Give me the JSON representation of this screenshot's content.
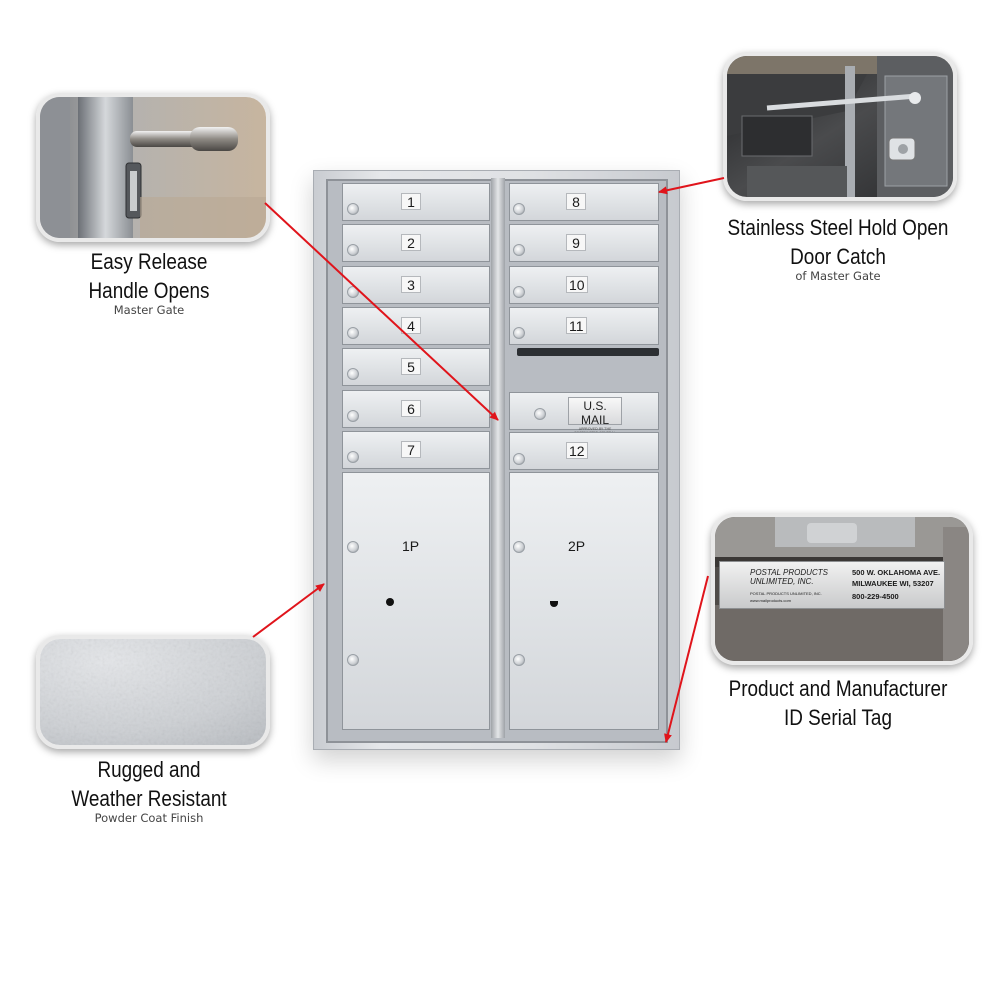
{
  "callouts": {
    "handle": {
      "title_line1": "Easy Release",
      "title_line2": "Handle Opens",
      "subtitle": "Master Gate"
    },
    "door_catch": {
      "title_line1": "Stainless Steel Hold Open",
      "title_line2": "Door Catch",
      "subtitle": "of Master Gate"
    },
    "finish": {
      "title_line1": "Rugged and",
      "title_line2": "Weather Resistant",
      "subtitle": "Powder Coat Finish"
    },
    "serial_tag": {
      "title_line1": "Product and Manufacturer",
      "title_line2": "ID Serial Tag"
    }
  },
  "serial_tag_photo": {
    "company_line1": "POSTAL PRODUCTS",
    "company_line2": "UNLIMITED, INC.",
    "address_line1": "500 W. OKLAHOMA AVE.",
    "address_line2": "MILWAUKEE WI, 53207",
    "phone": "800-229-4500",
    "company_small": "POSTAL PRODUCTS UNLIMITED, INC.",
    "website": "www.mailproducts.com"
  },
  "mailbox": {
    "left_doors": [
      "1",
      "2",
      "3",
      "4",
      "5",
      "6",
      "7"
    ],
    "right_doors_top": [
      "8",
      "9",
      "10",
      "11"
    ],
    "right_door_bottom": "12",
    "parcel_left": "1P",
    "parcel_right": "2P",
    "usmail_label": "U.S. MAIL",
    "usmail_sub": "APPROVED BY THE POSTMASTER GENERAL"
  },
  "colors": {
    "arrow": "#e0141b",
    "unit_finish": "#dfe1e4"
  }
}
